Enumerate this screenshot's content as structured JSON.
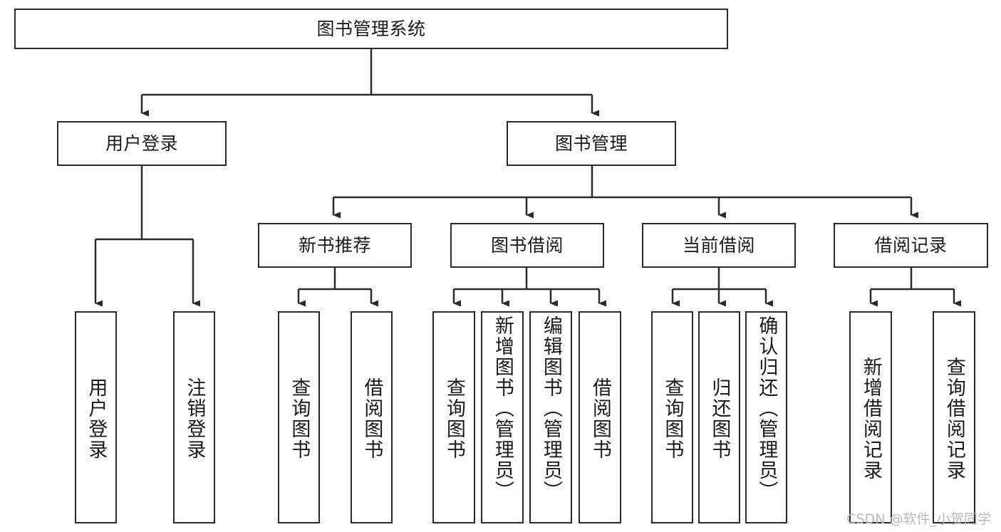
{
  "diagram": {
    "type": "tree-hierarchy-chart",
    "title": "图书管理系统",
    "orientation": "top-down",
    "colors": {
      "box_border": "#2b2b2b",
      "box_fill": "#ffffff",
      "connector": "#2b2b2b",
      "text": "#1a1a1a",
      "watermark": "#b9b9b9",
      "canvas": "#ffffff"
    }
  },
  "root": {
    "label": "图书管理系统"
  },
  "level2": [
    {
      "id": "user-login",
      "label": "用户登录"
    },
    {
      "id": "book-management",
      "label": "图书管理"
    }
  ],
  "level3": [
    {
      "id": "new-book-recommend",
      "label": "新书推荐",
      "parent": "book-management"
    },
    {
      "id": "book-borrow",
      "label": "图书借阅",
      "parent": "book-management"
    },
    {
      "id": "current-borrow",
      "label": "当前借阅",
      "parent": "book-management"
    },
    {
      "id": "borrow-record",
      "label": "借阅记录",
      "parent": "book-management"
    }
  ],
  "leaves": {
    "user_login": [
      {
        "id": "leaf-user-login",
        "label": "用户登录"
      },
      {
        "id": "leaf-logout-login",
        "label": "注销登录"
      }
    ],
    "new_book_recommend": [
      {
        "id": "leaf-query-book-1",
        "label": "查询图书"
      },
      {
        "id": "leaf-borrow-book-1",
        "label": "借阅图书"
      }
    ],
    "book_borrow": [
      {
        "id": "leaf-query-book-2",
        "label": "查询图书"
      },
      {
        "id": "leaf-add-book",
        "label": "新增图书（管理员）"
      },
      {
        "id": "leaf-edit-book",
        "label": "编辑图书（管理员）"
      },
      {
        "id": "leaf-borrow-book-2",
        "label": "借阅图书"
      }
    ],
    "current_borrow": [
      {
        "id": "leaf-query-book-3",
        "label": "查询图书"
      },
      {
        "id": "leaf-return-book",
        "label": "归还图书"
      },
      {
        "id": "leaf-confirm-return",
        "label": "确认归还（管理员）"
      }
    ],
    "borrow_record": [
      {
        "id": "leaf-add-record",
        "label": "新增借阅记录"
      },
      {
        "id": "leaf-query-record",
        "label": "查询借阅记录"
      }
    ]
  },
  "watermark": {
    "text": "CSDN @软件_小贺同学"
  }
}
